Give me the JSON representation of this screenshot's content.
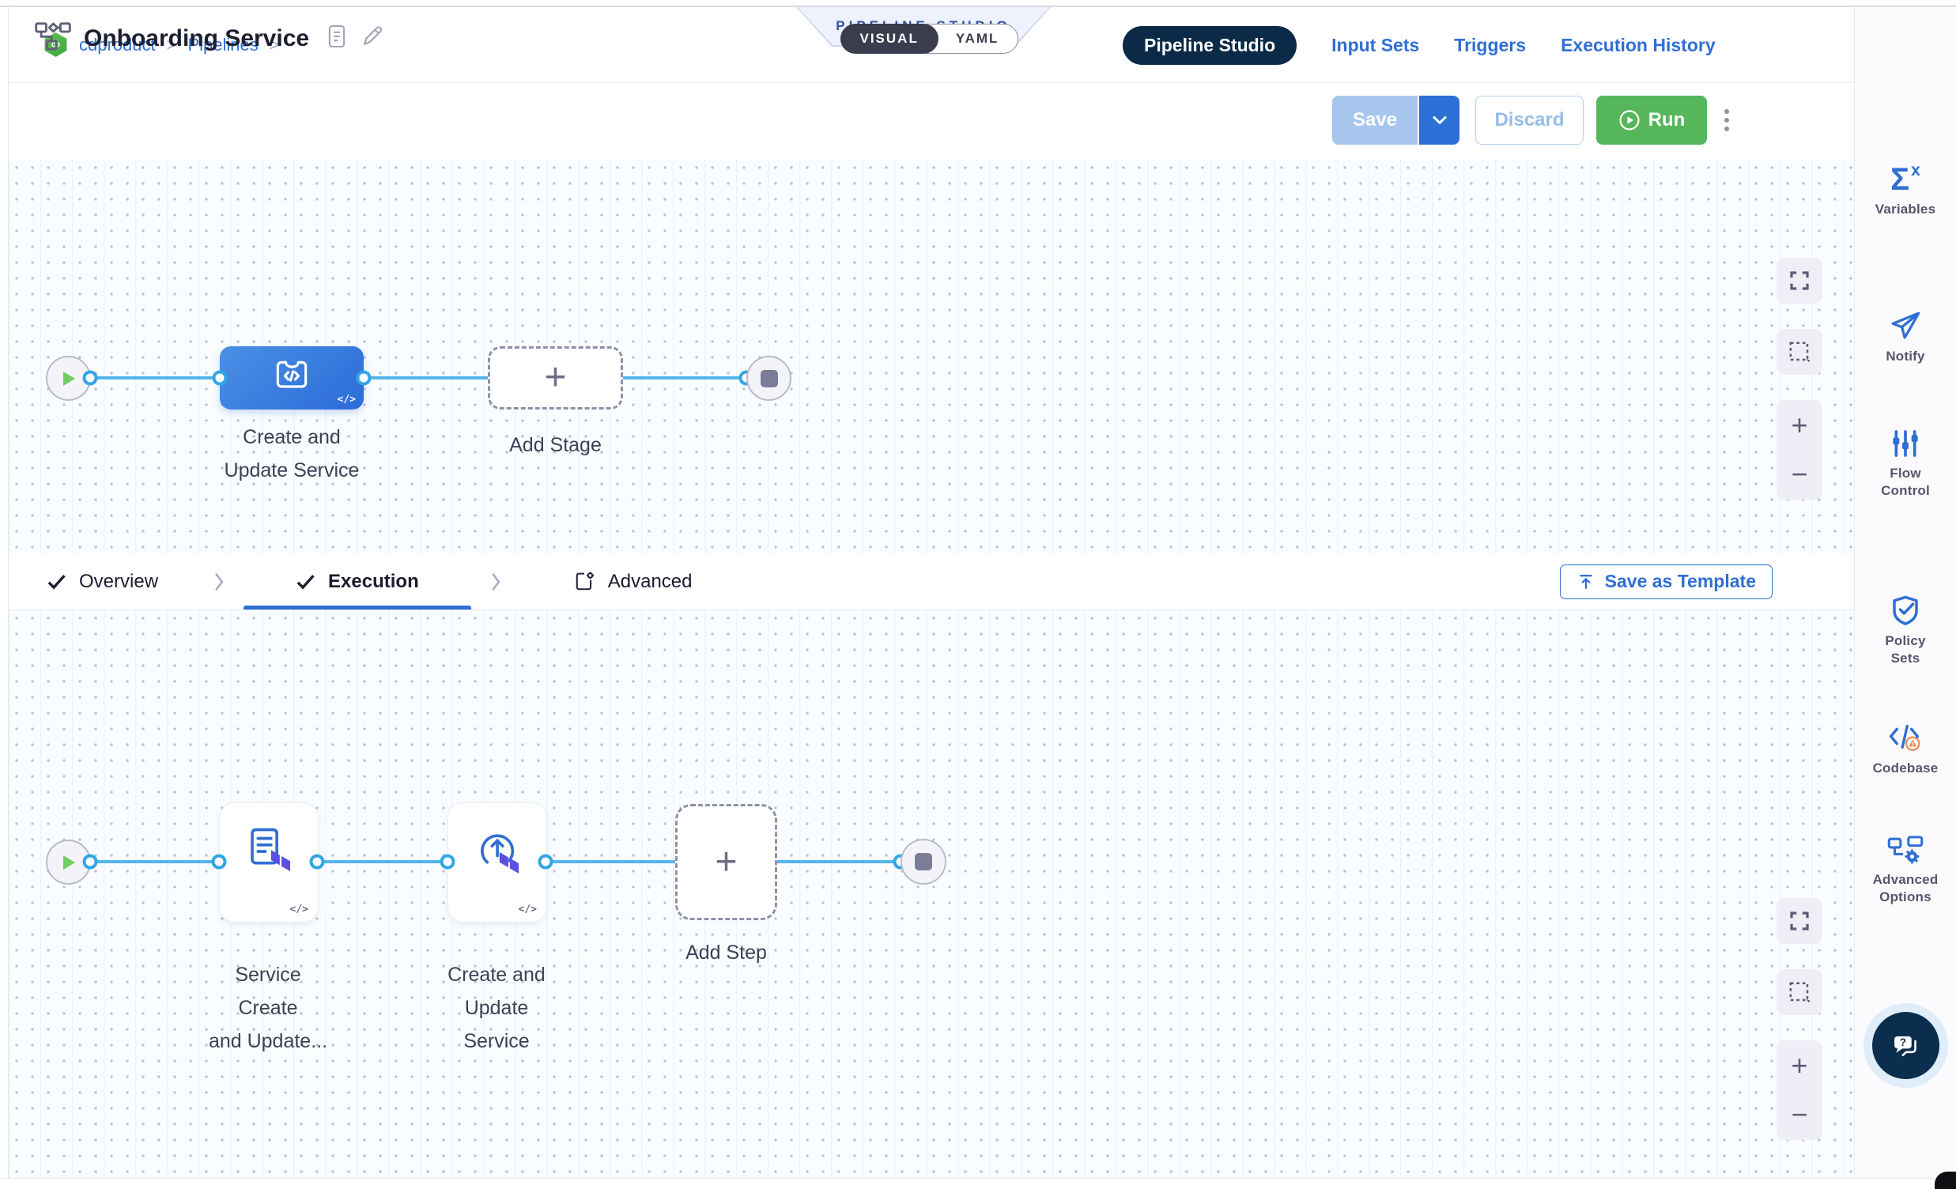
{
  "breadcrumb": {
    "project": "cdproduct",
    "section": "Pipelines",
    "sep": ">"
  },
  "studio_badge": "PIPELINE STUDIO",
  "top_nav": {
    "pipeline_studio": "Pipeline Studio",
    "input_sets": "Input Sets",
    "triggers": "Triggers",
    "execution_history": "Execution History"
  },
  "toolbar": {
    "title": "Onboarding Service",
    "visual_label": "VISUAL",
    "yaml_label": "YAML",
    "save_label": "Save",
    "discard_label": "Discard",
    "run_label": "Run"
  },
  "stage_canvas": {
    "stage_label": "Create and\nUpdate Service",
    "add_stage_label": "Add Stage",
    "code_badge": "</>"
  },
  "config_tabs": {
    "overview": "Overview",
    "execution": "Execution",
    "advanced": "Advanced",
    "save_as_template": "Save as Template"
  },
  "step_canvas": {
    "step1_label": "Service Create\nand Update...",
    "step2_label": "Create and\nUpdate Service",
    "add_step_label": "Add Step",
    "code_badge": "</>"
  },
  "zoom_controls": {
    "zoom_in": "+",
    "zoom_out": "−"
  },
  "sidebar": {
    "variables": "Variables",
    "notify": "Notify",
    "flow_control": "Flow\nControl",
    "policy_sets": "Policy\nSets",
    "codebase": "Codebase",
    "advanced_options": "Advanced\nOptions"
  },
  "colors": {
    "accent_blue": "#2f6fd2",
    "edge_blue": "#54b5ea",
    "run_green": "#55b65c",
    "navy_pill": "#0b2a47",
    "terraform_purple": "#5c4ee5"
  }
}
